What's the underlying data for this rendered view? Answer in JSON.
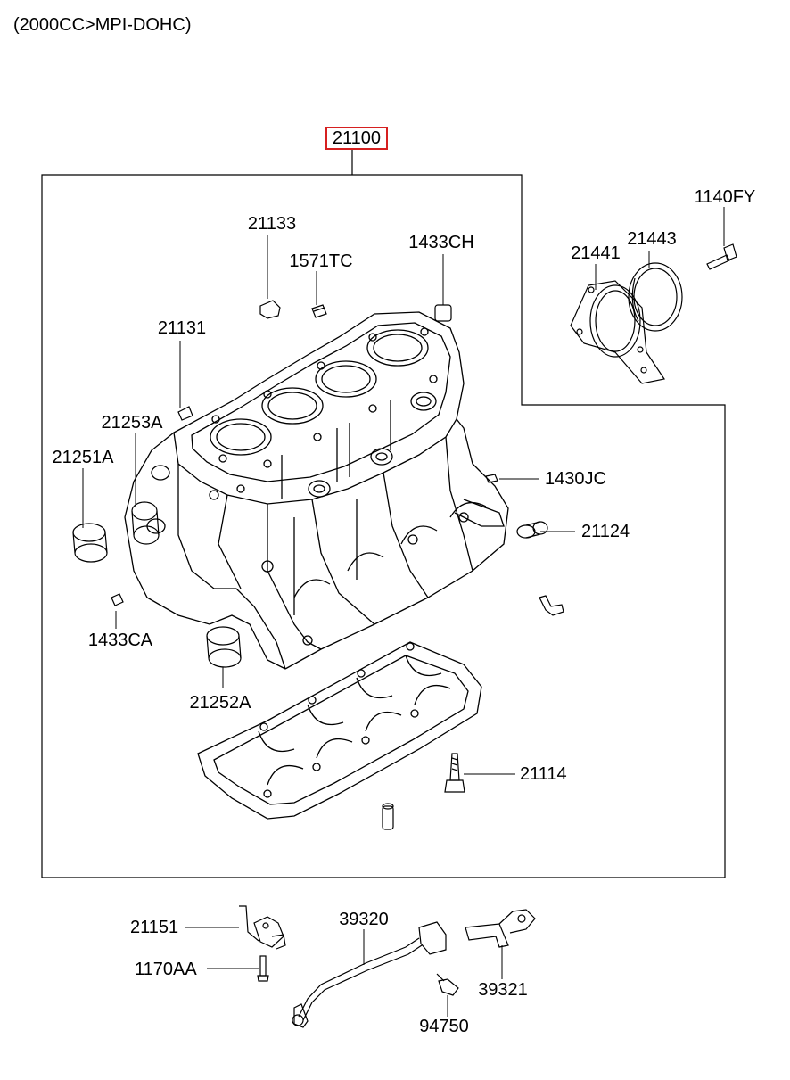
{
  "header": {
    "engine_spec": "(2000CC>MPI-DOHC)"
  },
  "assembly": {
    "main_part": "21100"
  },
  "parts": {
    "p21133": "21133",
    "p1571TC": "1571TC",
    "p1433CH": "1433CH",
    "p21131": "21131",
    "p21253A": "21253A",
    "p21251A": "21251A",
    "p1433CA": "1433CA",
    "p21252A": "21252A",
    "p1430JC": "1430JC",
    "p21124": "21124",
    "p21114": "21114",
    "p21441": "21441",
    "p21443": "21443",
    "p1140FY": "1140FY",
    "p21151": "21151",
    "p1170AA": "1170AA",
    "p39320": "39320",
    "p94750": "94750",
    "p39321": "39321"
  },
  "colors": {
    "highlight": "#d62020",
    "line": "#000000"
  }
}
